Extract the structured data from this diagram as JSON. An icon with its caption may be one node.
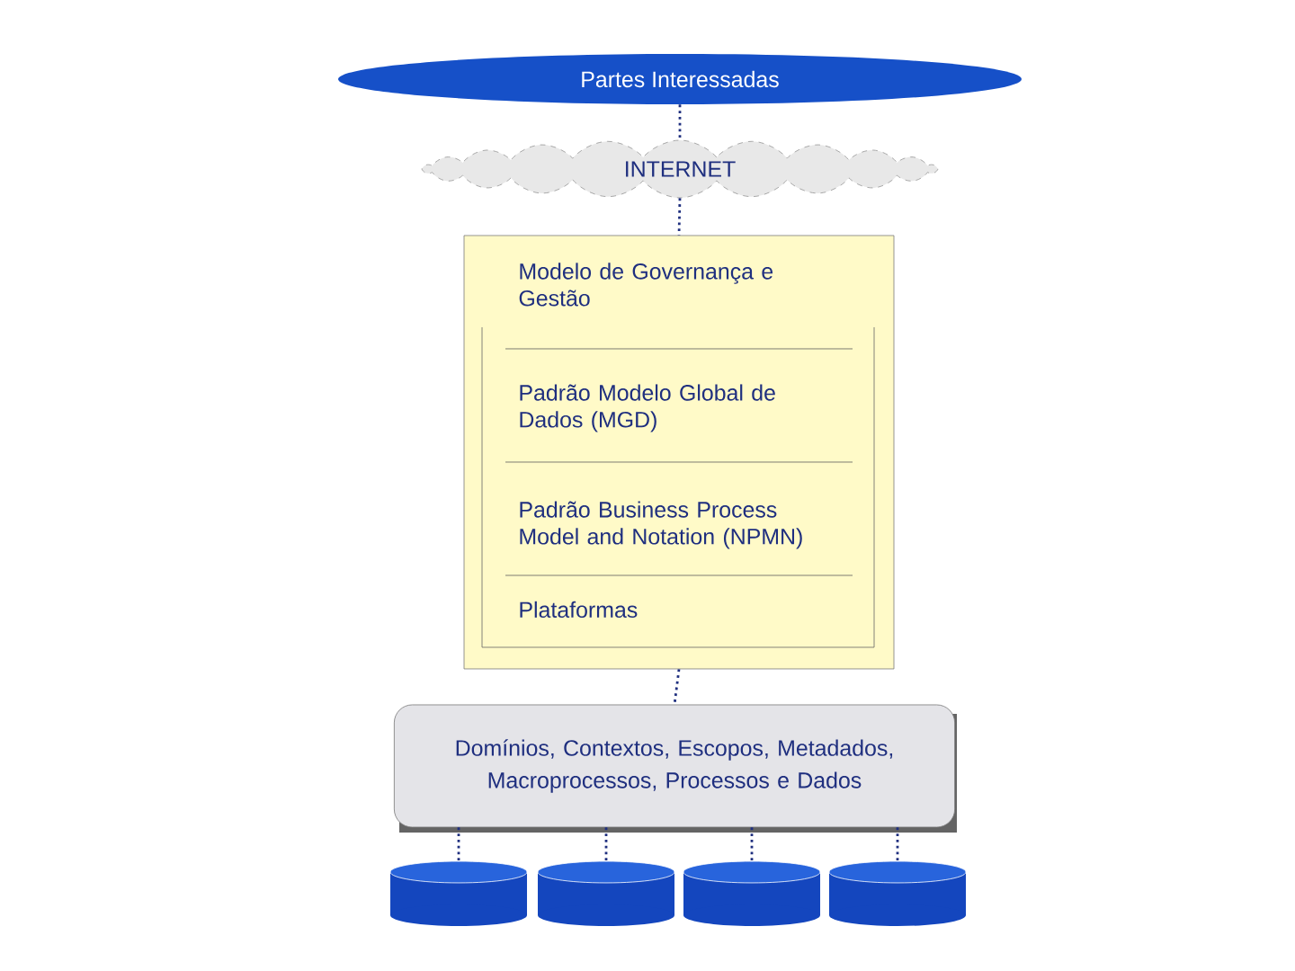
{
  "diagram": {
    "nodes": [
      {
        "text": [
          "Partes Interessadas"
        ]
      },
      {
        "text": [
          "INTERNET"
        ]
      },
      {
        "text": [
          "Modelo de Governança e Gestão"
        ]
      },
      {
        "text": [
          "Padrão Modelo Global de Dados (MGD)",
          "Padrão Business Process Model and Notation (NPMN)",
          "Plataformas"
        ],
        "in": 2
      },
      {
        "text": [
          "Domínios, Contextos, Escopos, Metadados, Macroprocessos,  Processos e Dados"
        ]
      },
      {
        "text": [],
        "shape": "cylinder"
      },
      {
        "text": [],
        "shape": "cylinder"
      },
      {
        "text": [],
        "shape": "cylinder"
      },
      {
        "text": [],
        "shape": "cylinder"
      }
    ],
    "edges": [
      {
        "from": 0,
        "to": 1,
        "arrow": "none"
      },
      {
        "from": 1,
        "to": 2,
        "arrow": "none"
      },
      {
        "from": 2,
        "to": 4,
        "arrow": "none"
      },
      {
        "from": 4,
        "to": 5,
        "arrow": "none"
      },
      {
        "from": 4,
        "to": 6,
        "arrow": "none"
      },
      {
        "from": 4,
        "to": 7,
        "arrow": "none"
      },
      {
        "from": 4,
        "to": 8,
        "arrow": "none"
      }
    ]
  }
}
